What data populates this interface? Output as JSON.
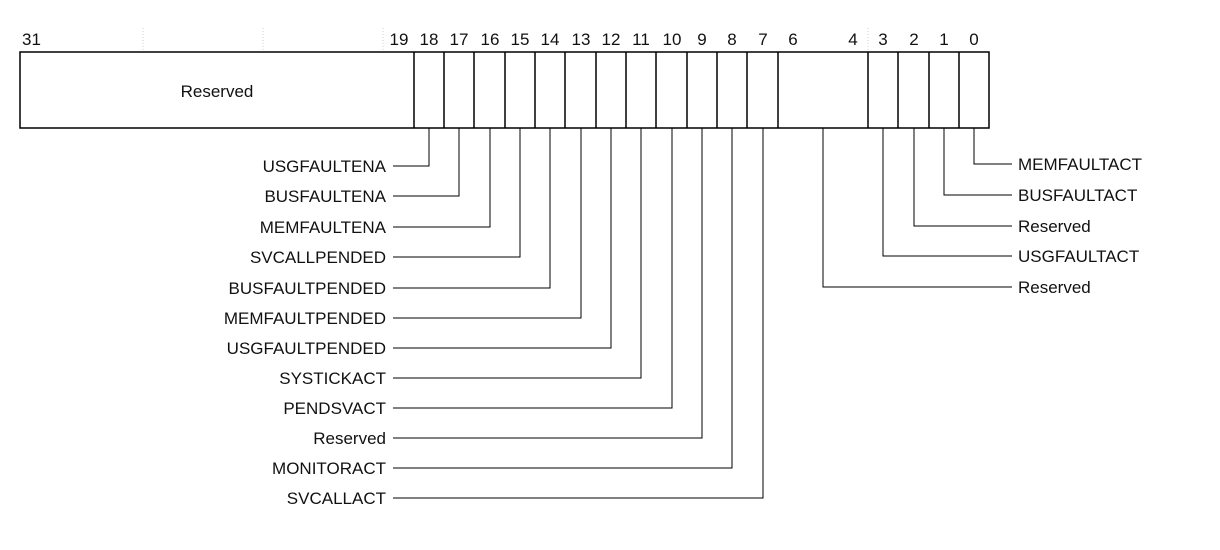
{
  "register": {
    "bit_numbers": [
      "31",
      "19",
      "18",
      "17",
      "16",
      "15",
      "14",
      "13",
      "12",
      "11",
      "10",
      "9",
      "8",
      "7",
      "6",
      "4",
      "3",
      "2",
      "1",
      "0"
    ],
    "reserved_block_label": "Reserved",
    "left_fields": [
      {
        "bit": 18,
        "label": "USGFAULTENA"
      },
      {
        "bit": 17,
        "label": "BUSFAULTENA"
      },
      {
        "bit": 16,
        "label": "MEMFAULTENA"
      },
      {
        "bit": 15,
        "label": "SVCALLPENDED"
      },
      {
        "bit": 14,
        "label": "BUSFAULTPENDED"
      },
      {
        "bit": 13,
        "label": "MEMFAULTPENDED"
      },
      {
        "bit": 12,
        "label": "USGFAULTPENDED"
      },
      {
        "bit": 11,
        "label": "SYSTICKACT"
      },
      {
        "bit": 10,
        "label": "PENDSVACT"
      },
      {
        "bit": 9,
        "label": "Reserved"
      },
      {
        "bit": 8,
        "label": "MONITORACT"
      },
      {
        "bit": 7,
        "label": "SVCALLACT"
      }
    ],
    "right_fields": [
      {
        "bit": "0",
        "label": "MEMFAULTACT"
      },
      {
        "bit": "1",
        "label": "BUSFAULTACT"
      },
      {
        "bit": "2",
        "label": "Reserved"
      },
      {
        "bit": "3",
        "label": "USGFAULTACT"
      },
      {
        "bit": "6:4",
        "label": "Reserved"
      }
    ]
  }
}
